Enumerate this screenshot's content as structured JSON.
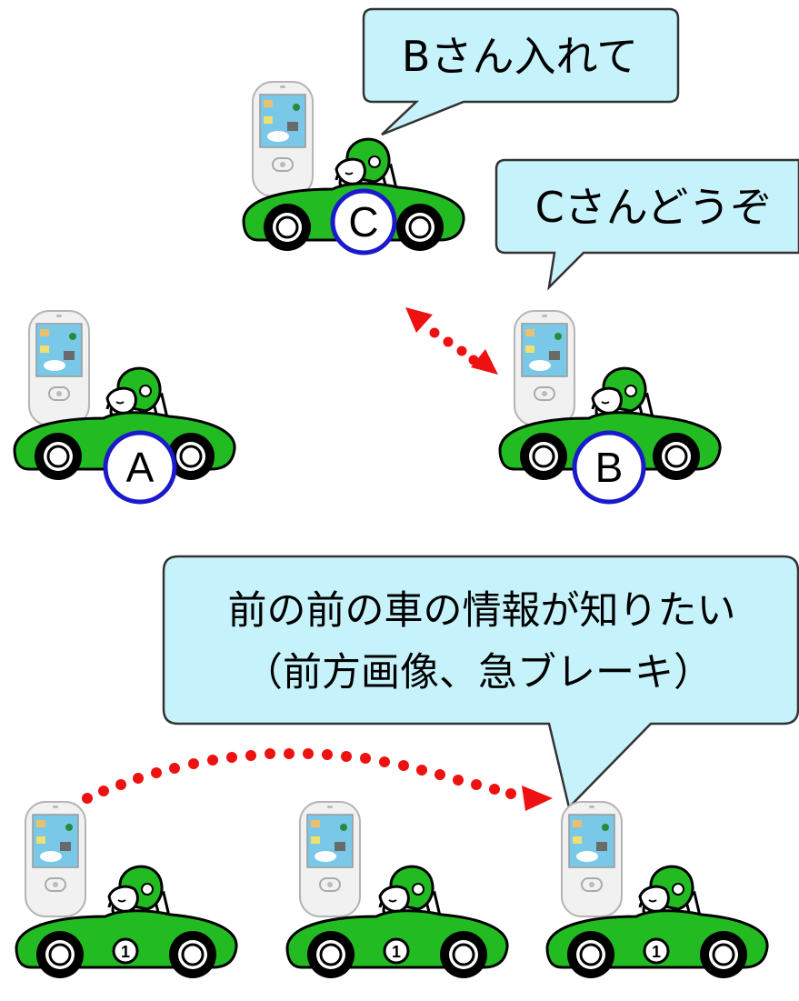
{
  "colors": {
    "car_body": "#22bb22",
    "car_outline": "#000000",
    "bubble_fill": "#c6f3fb",
    "bubble_stroke": "#333333",
    "badge_ring": "#1a1acc",
    "arrow": "#ee1111",
    "phone_body": "#f1f1f1",
    "phone_screen": "#7ac8e8"
  },
  "bubbles": {
    "c_request": "Bさん入れて",
    "b_reply": "Cさんどうぞ",
    "platoon_line1": "前の前の車の情報が知りたい",
    "platoon_line2": "（前方画像、急ブレーキ）"
  },
  "cars": {
    "a": {
      "badge": "A"
    },
    "b": {
      "badge": "B"
    },
    "c": {
      "badge": "C"
    },
    "number_mark": "1"
  },
  "icons": {
    "vehicle": "race-car-icon",
    "device": "mobile-phone-icon",
    "link": "dotted-arrow-icon"
  }
}
